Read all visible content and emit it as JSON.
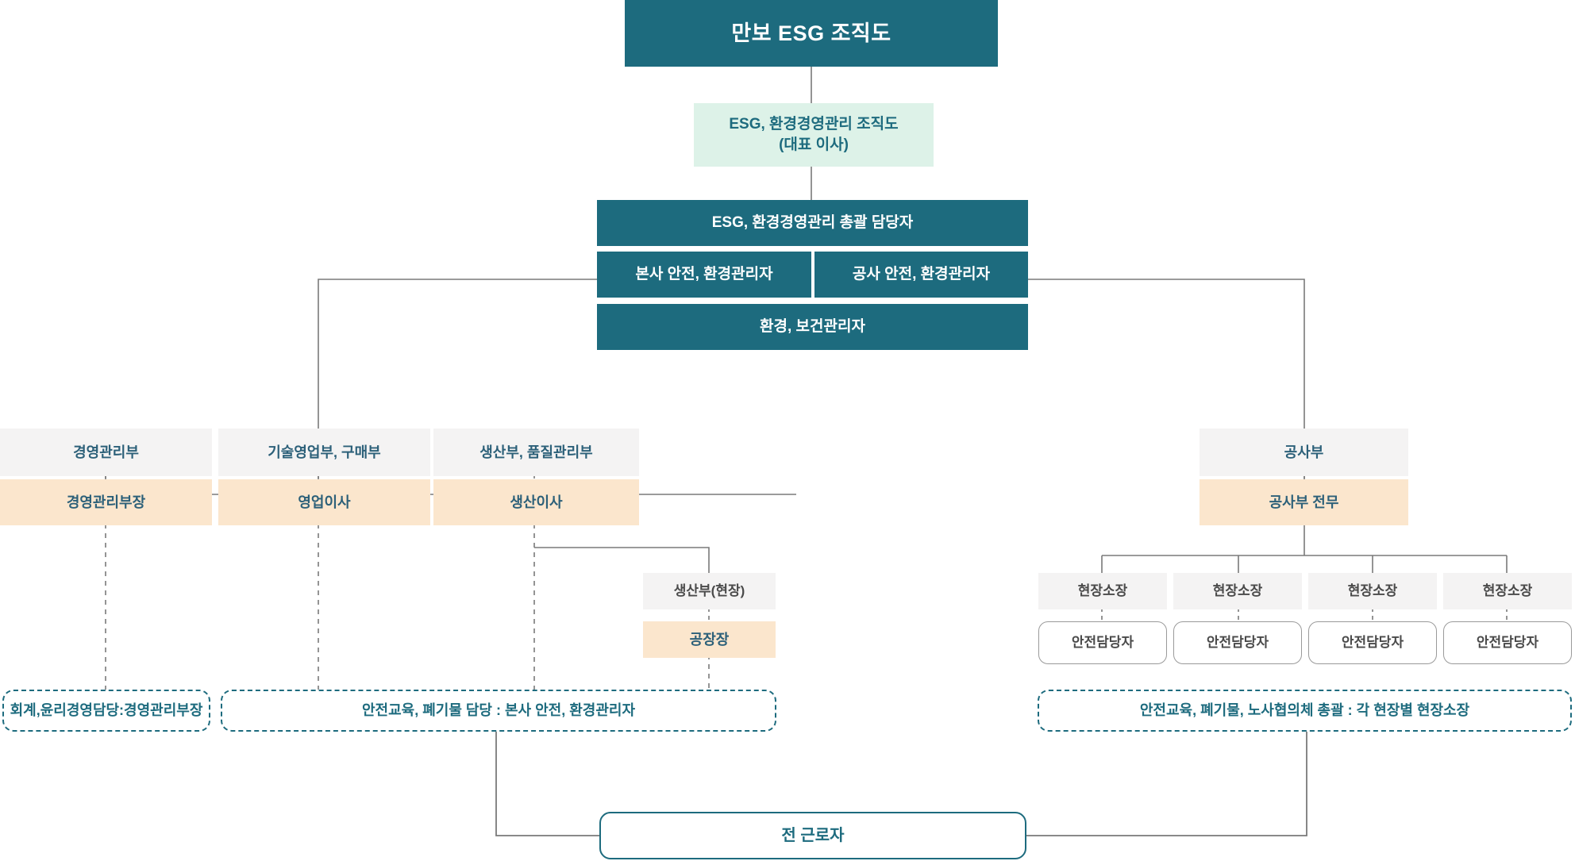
{
  "chart_title": "만보 ESG 조직도",
  "colors": {
    "teal": "#1d6b7e",
    "mint": "#ddf2e8",
    "grey": "#f4f3f3",
    "cream": "#fbe6cd",
    "line": "#7a7a7a",
    "dashed_border": "#1d6b7e"
  },
  "nodes": {
    "title": "만보 ESG 조직도",
    "esg_org": "ESG, 환경경영관리 조직도\n(대표 이사)",
    "esg_head": "ESG, 환경경영관리 총괄 담당자",
    "hq_safety": "본사 안전, 환경관리자",
    "site_safety": "공사 안전, 환경관리자",
    "env_health": "환경, 보건관리자",
    "dept_mgmt": "경영관리부",
    "dept_sales": "기술영업부, 구매부",
    "dept_prod": "생산부, 품질관리부",
    "dept_const": "공사부",
    "role_mgmt": "경영관리부장",
    "role_sales": "영업이사",
    "role_prod": "생산이사",
    "role_const": "공사부 전무",
    "prod_site": "생산부(현장)",
    "factory_head": "공장장",
    "site_managers": [
      "현장소장",
      "현장소장",
      "현장소장",
      "현장소장"
    ],
    "safety_officers": [
      "안전담당자",
      "안전담당자",
      "안전담당자",
      "안전담당자"
    ],
    "note_accounting": "회계,윤리경영담당:경영관리부장",
    "note_safety_edu": "안전교육, 폐기물 담당 : 본사 안전, 환경관리자",
    "note_site_total": "안전교육, 폐기물, 노사협의체 총괄 : 각 현장별 현장소장",
    "all_workers": "전 근로자"
  }
}
